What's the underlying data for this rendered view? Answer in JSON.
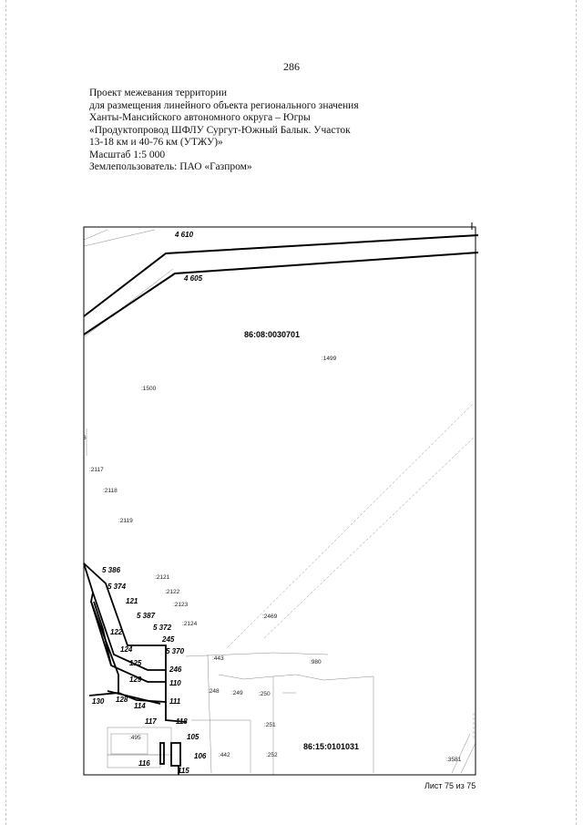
{
  "page_number": "286",
  "header": {
    "lines": [
      "Проект межевания территории",
      "для размещения линейного объекта регионального значения",
      "Ханты-Мансийского автономного округа – Югры",
      "«Продуктопровод ШФЛУ Сургут-Южный Балык. Участок",
      "13-18 км и 40-76 км (УТЖУ)»",
      "Масштаб 1:5 000",
      "Землепользователь: ПАО «Газпром»"
    ]
  },
  "map": {
    "cadastral_blocks": {
      "north": "86:08:0030701",
      "south": "86:15:0101031"
    },
    "point_labels": {
      "p4610": "4 610",
      "p4605": "4 605",
      "p5386": "5 386",
      "p5374": "5 374",
      "p121": "121",
      "p5387": "5 387",
      "p5372": "5 372",
      "p122": "122",
      "p245": "245",
      "p124": "124",
      "p5370": "5 370",
      "p125": "125",
      "p246": "246",
      "p129": "129",
      "p110": "110",
      "p130": "130",
      "p128": "128",
      "p114": "114",
      "p111": "111",
      "p117": "117",
      "p118": "118",
      "p105": "105",
      "p116": "116",
      "p106": "106",
      "p115": "115"
    },
    "parcel_labels": {
      "s1499": ":1499",
      "s1500": ":1500",
      "s6": "6",
      "s2117": ":2117",
      "s2118": ":2118",
      "s2119": ":2119",
      "s2121": ":2121",
      "s2122": ":2122",
      "s2123": ":2123",
      "s2124": ":2124",
      "s2469": ":2469",
      "s443": ":443",
      "s980": ":980",
      "s248": ":248",
      "s249": ":249",
      "s250": ":250",
      "s251": ":251",
      "s495": ":495",
      "s442": ":442",
      "s252": ":252",
      "s3581": ":3581"
    }
  },
  "sheet_label": "Лист 75 из 75"
}
